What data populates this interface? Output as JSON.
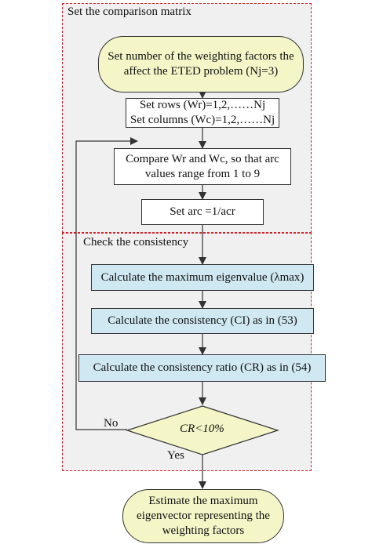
{
  "sections": {
    "matrix_title": "Set the comparison matrix",
    "consistency_title": "Check the consistency"
  },
  "nodes": {
    "start": {
      "line1": "Set number of the weighting factors the",
      "line2": "affect the ETED problem (Nj=3)"
    },
    "set_rows_cols": {
      "line1": "Set rows (Wr)=1,2,……Nj",
      "line2": "Set columns (Wc)=1,2,……Nj"
    },
    "compare": {
      "line1": "Compare Wr and  Wc, so that arc",
      "line2": "values range from 1 to 9"
    },
    "set_arc": "Set arc =1/acr",
    "max_eigen": "Calculate the maximum eigenvalue (λmax)",
    "ci": "Calculate the consistency (CI) as in (53)",
    "cr": "Calculate the consistency ratio (CR) as in (54)",
    "decision": "CR<10%",
    "end": {
      "line1": "Estimate the maximum",
      "line2": "eigenvector representing the",
      "line3": "weighting factors"
    }
  },
  "edges": {
    "no_label": "No",
    "yes_label": "Yes"
  },
  "colors": {
    "section_border": "#d9202a",
    "section_fill": "#f0f0f0",
    "terminal_fill": "#f5f6c8",
    "process_blue_fill": "#cfe8f2"
  }
}
